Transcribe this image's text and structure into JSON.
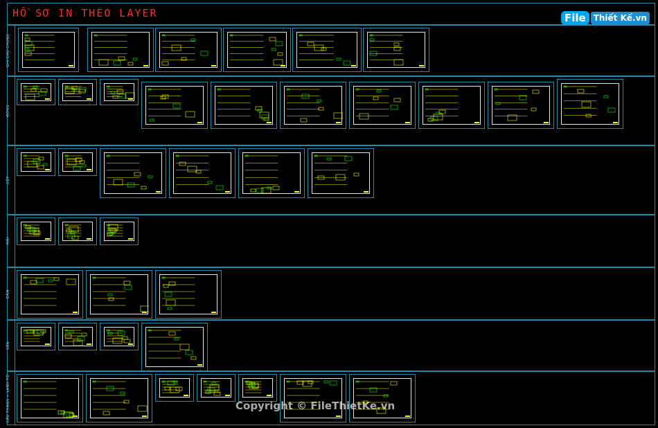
{
  "title": "HỒ SƠ IN THEO LAYER",
  "logo": {
    "part1": "File",
    "part2": "Thiết Kế.vn"
  },
  "watermark": "Copyright © FileThietKe.vn",
  "colors": {
    "frame": "#1c8fb0",
    "title": "#ff2a2a",
    "drawing": "#ffff00",
    "line": "#00ff00"
  },
  "rows": [
    {
      "label": "GHI CHÚ CHUNG"
    },
    {
      "label": "MÓNG"
    },
    {
      "label": "CỘT"
    },
    {
      "label": "MÁI"
    },
    {
      "label": "DẦM"
    },
    {
      "label": "SÀN"
    },
    {
      "label": "CẦU THANG + LANH TÔ"
    }
  ]
}
